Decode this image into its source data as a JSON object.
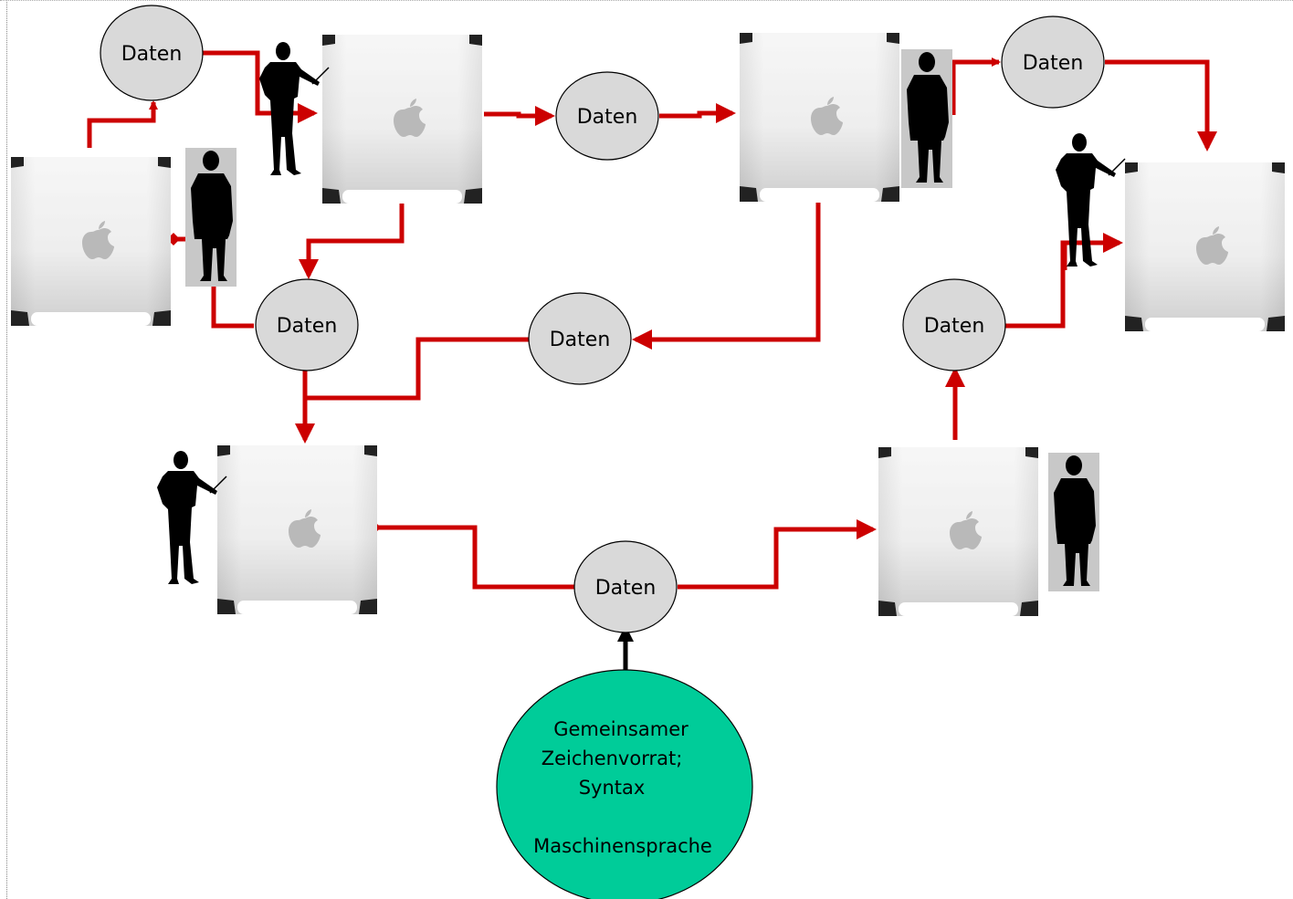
{
  "data_nodes": [
    {
      "id": "d1",
      "label": "Daten"
    },
    {
      "id": "d2",
      "label": "Daten"
    },
    {
      "id": "d3",
      "label": "Daten"
    },
    {
      "id": "d4",
      "label": "Daten"
    },
    {
      "id": "d5",
      "label": "Daten"
    },
    {
      "id": "d6",
      "label": "Daten"
    },
    {
      "id": "d7",
      "label": "Daten"
    }
  ],
  "common_base": {
    "lines": [
      "Gemeinsamer",
      "Zeichenvorrat;",
      "Syntax",
      "",
      "Maschinensprache"
    ]
  },
  "colors": {
    "arrow": "#cc0000",
    "node_fill": "#d9d9d9",
    "base_fill": "#00cc99",
    "figure": "#000000",
    "figure_bg": "#c8c8c8"
  },
  "icons": {
    "computer": "mac-pro-tower-icon",
    "person": "person-silhouette-icon",
    "logo": "apple-logo-icon"
  }
}
